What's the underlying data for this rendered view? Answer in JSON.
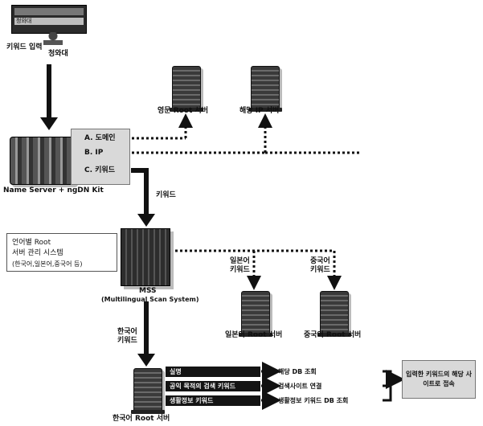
{
  "screen": {
    "search_box_text": "청와대",
    "keyword_input_label": "키워드 입력",
    "keyword_input_value": "청와대"
  },
  "name_server": {
    "label": "Name Server + ngDN Kit",
    "items": [
      "A. 도메인",
      "B. IP",
      "C. 키워드"
    ]
  },
  "top_servers": {
    "english_root": "영문 Root 서버",
    "ip_server": "해당 IP 서버"
  },
  "keyword_arrow_label": "키워드",
  "mss": {
    "label": "MSS",
    "sublabel": "(Multilingual Scan System)",
    "info_lines": [
      "언어별 Root",
      "서버 관리 시스템",
      "(한국어,일본어,중국어 등)"
    ]
  },
  "branches": {
    "japanese_keyword": [
      "일본어",
      "키워드"
    ],
    "chinese_keyword": [
      "중국어",
      "키워드"
    ],
    "japanese_root": "일본어 Root 서버",
    "chinese_root": "중국어 Root 서버",
    "korean_keyword": [
      "한국어",
      "키워드"
    ]
  },
  "korean_root": {
    "label": "한국어 Root 서버",
    "bars": [
      "실명",
      "공익 목적의 검색 키워드",
      "생활정보 키워드"
    ],
    "results": [
      "해당 DB 조회",
      "검색사이트 연결",
      "생활정보 키워드 DB 조회"
    ],
    "final": "입력한 키워드의 해당 사이트로 접속"
  },
  "colors": {
    "ink": "#111111",
    "panel": "#d9d9d9",
    "bar": "#141414"
  }
}
